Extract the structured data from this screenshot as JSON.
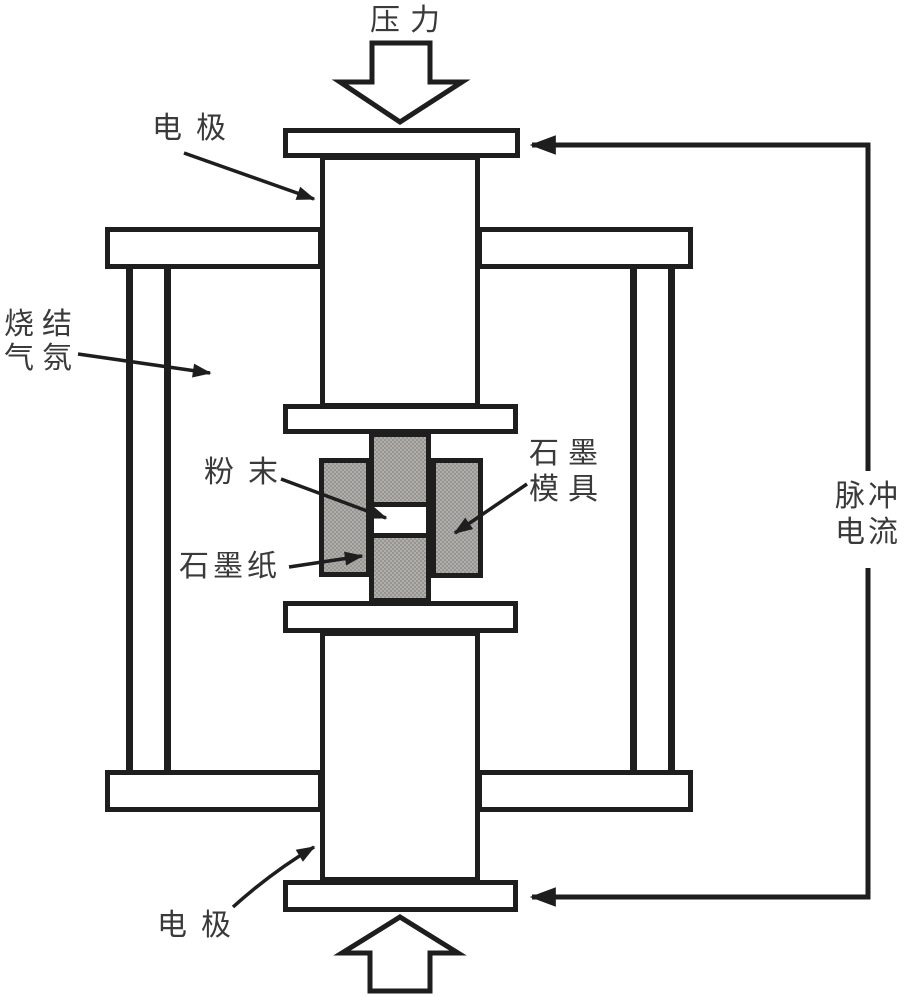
{
  "diagram": {
    "labels": {
      "pressure_top": "压力",
      "electrode_top": "电极",
      "atmosphere_line1": "烧结",
      "atmosphere_line2": "气氛",
      "powder": "粉末",
      "graphite_paper": "石墨纸",
      "graphite_die_line1": "石墨",
      "graphite_die_line2": "模具",
      "pulse_current_line1": "脉冲",
      "pulse_current_line2": "电流",
      "electrode_bottom": "电极"
    },
    "colors": {
      "line": "#1e1e1e",
      "graphite_fill": "#a4a2a0",
      "background": "#ffffff",
      "text": "#3a3a3a"
    }
  }
}
